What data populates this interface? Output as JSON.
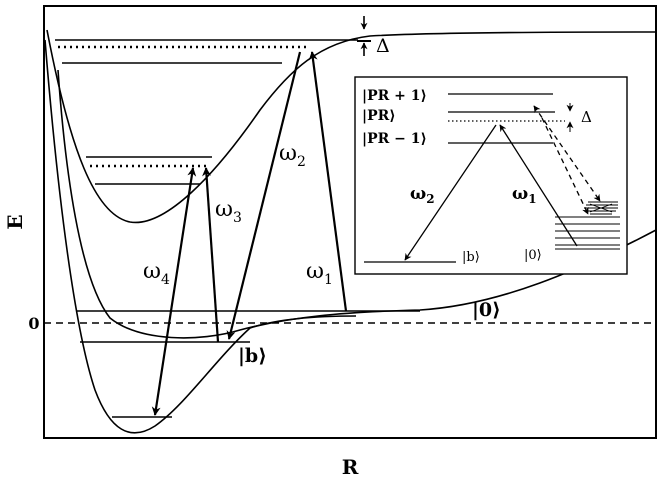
{
  "axes": {
    "xlabel": "R",
    "ylabel": "E",
    "zero_label": "0"
  },
  "labels": {
    "delta_main": "Δ",
    "omega1": "ω",
    "omega1_sub": "1",
    "omega2": "ω",
    "omega2_sub": "2",
    "omega3": "ω",
    "omega3_sub": "3",
    "omega4": "ω",
    "omega4_sub": "4",
    "state_zero": "|0⟩",
    "state_b": "|b⟩"
  },
  "inset": {
    "pr_plus": "|PR + 1⟩",
    "pr": "|PR⟩",
    "pr_minus": "|PR − 1⟩",
    "delta": "Δ",
    "omega2": "ω",
    "omega2_sub": "2",
    "omega1": "ω",
    "omega1_sub": "1",
    "state_b": "|b⟩",
    "state_zero": "|0⟩"
  }
}
